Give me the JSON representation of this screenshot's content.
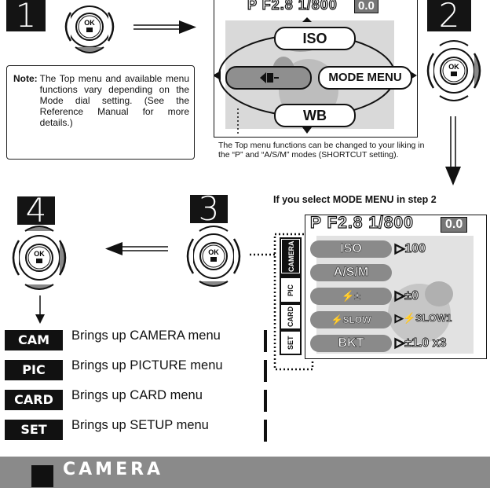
{
  "steps": [
    "1",
    "2",
    "3",
    "4"
  ],
  "ok_label": "OK",
  "note": {
    "label": "Note:",
    "text": "The Top menu and available menu functions vary depending on the Mode dial setting. (See the Reference Manual for more details.)"
  },
  "top_screen": {
    "status": "P F2.8 1/800",
    "ev": "0.0",
    "up": "ISO",
    "right": "MODE MENU",
    "down": "WB"
  },
  "caption": "The Top menu functions can be changed to your liking in the “P” and “A/S/M” modes (SHORTCUT setting).",
  "mode_menu_heading": "If you select MODE MENU in step 2",
  "mode_screen": {
    "status": "P F2.8 1/800",
    "ev": "0.0",
    "tabs": [
      "CAMERA",
      "PIC",
      "CARD",
      "SET"
    ],
    "items": [
      {
        "label": "ISO",
        "value": "▷100"
      },
      {
        "label": "A/S/M",
        "value": ""
      },
      {
        "label": "⚡±",
        "value": "▷±0"
      },
      {
        "label": "⚡SLOW",
        "value": "▷⚡SLOW1"
      },
      {
        "label": "BKT",
        "value": "▷±1.0 x3"
      }
    ]
  },
  "menus": [
    {
      "code": "CAM",
      "desc": "Brings up CAMERA menu"
    },
    {
      "code": "PIC",
      "desc": "Brings up PICTURE menu"
    },
    {
      "code": "CARD",
      "desc": "Brings up CARD menu"
    },
    {
      "code": "SET",
      "desc": "Brings up SETUP menu"
    }
  ],
  "footer_title": "CAMERA"
}
